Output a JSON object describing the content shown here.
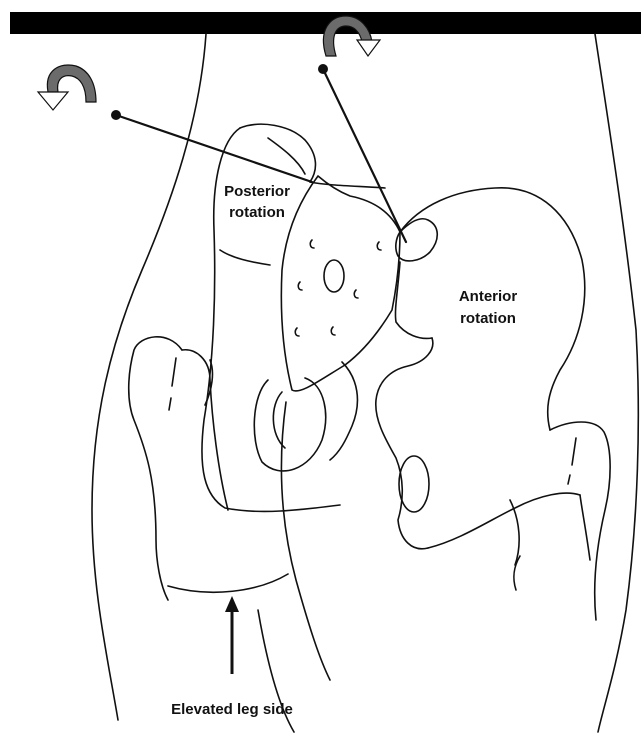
{
  "labels": {
    "posterior_line1": "Posterior",
    "posterior_line2": "rotation",
    "anterior_line1": "Anterior",
    "anterior_line2": "rotation",
    "elevated_leg_side": "Elevated leg side"
  },
  "colors": {
    "ink": "#111111",
    "top_bar": "#000000",
    "arrow_dark": "#6b6b6b",
    "arrow_light": "#ffffff"
  },
  "icons": {
    "posterior_arrow": "curved-rotation-arrow",
    "anterior_arrow": "curved-rotation-arrow",
    "pointer_dot": "filled-circle"
  }
}
